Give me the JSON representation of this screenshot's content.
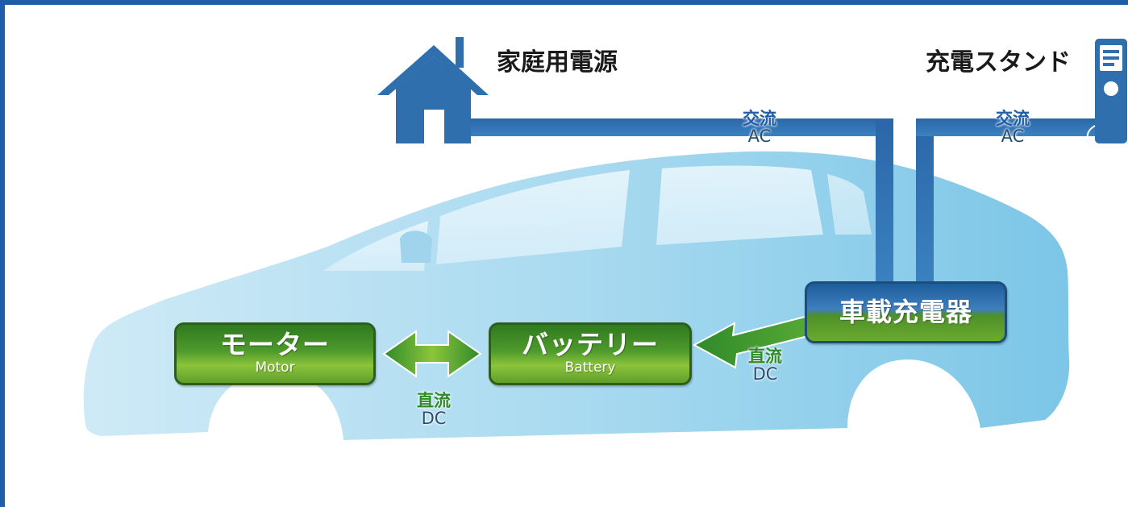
{
  "sources": {
    "home_label": "家庭用電源",
    "station_label": "充電スタンド"
  },
  "flows": {
    "home_ac": {
      "jp": "交流",
      "en": "AC"
    },
    "station_ac": {
      "jp": "交流",
      "en": "AC"
    },
    "motor_battery_dc": {
      "jp": "直流",
      "en": "DC"
    },
    "charger_battery_dc": {
      "jp": "直流",
      "en": "DC"
    }
  },
  "components": {
    "charger": "車載充電器",
    "motor": {
      "jp": "モーター",
      "en": "Motor"
    },
    "battery": {
      "jp": "バッテリー",
      "en": "Battery"
    }
  },
  "colors": {
    "frame": "#1f5da8",
    "car_body": "#8fcde9",
    "ac_line": "#2f6fae",
    "dc_arrow": "#3f9a34",
    "box_green": "#4e9a2c"
  },
  "icons": [
    "house-icon",
    "charging-station-icon"
  ]
}
